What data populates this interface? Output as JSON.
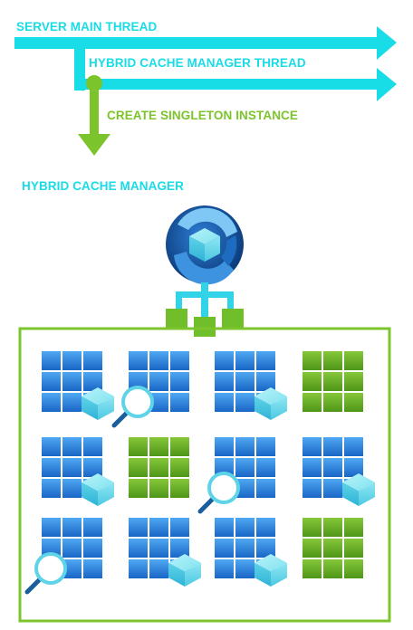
{
  "labels": {
    "server_main_thread": "SERVER MAIN THREAD",
    "hybrid_cache_manager_thread": "HYBRID CACHE MANAGER THREAD",
    "create_singleton_instance": "CREATE SINGLETON INSTANCE",
    "hybrid_cache_manager": "HYBRID CACHE MANAGER"
  },
  "colors": {
    "cyan": "#18DCE6",
    "green": "#7CC42C",
    "blue": "#1E78D4",
    "dark_green": "#5FA520",
    "azure_navy": "#0B3A78",
    "light_cube": "#6FE3F0"
  },
  "grid": {
    "rows": [
      [
        "cube",
        "search",
        "cube",
        "green"
      ],
      [
        "cube",
        "green",
        "search",
        "cube"
      ],
      [
        "search",
        "cube",
        "cube",
        "green"
      ]
    ]
  }
}
